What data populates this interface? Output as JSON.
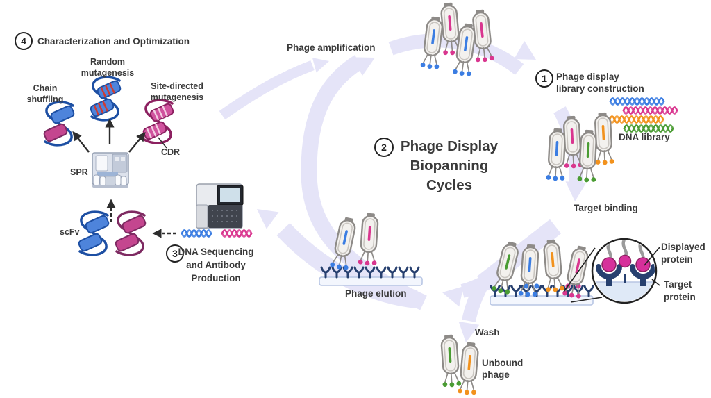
{
  "figure": {
    "center": {
      "number": "2",
      "title": "Phage Display\nBiopanning\nCycles"
    },
    "steps": {
      "step1": {
        "number": "1",
        "label": "Phage display\nlibrary construction"
      },
      "step3": {
        "number": "3",
        "label": "DNA Sequencing\nand Antibody\nProduction"
      },
      "step4": {
        "number": "4",
        "label": "Characterization and Optimization"
      }
    },
    "labels": {
      "phage_amplification": "Phage amplification",
      "target_binding": "Target binding",
      "wash": "Wash",
      "unbound_phage": "Unbound\nphage",
      "phage_elution": "Phage elution",
      "dna_library": "DNA library",
      "displayed_protein": "Displayed\nprotein",
      "target_protein": "Target\nprotein",
      "chain_shuffling": "Chain\nshuffling",
      "random_mutagenesis": "Random\nmutagenesis",
      "site_directed_mutagenesis": "Site-directed\nmutagenesis",
      "spr": "SPR",
      "cdr": "CDR",
      "scfv": "scFv"
    },
    "colors": {
      "arrow": "#e5e4f8",
      "text": "#3a3a3a",
      "blue": "#3b7de2",
      "pink": "#d9368f",
      "green": "#4a9c33",
      "orange": "#f2921d",
      "navy": "#27406f"
    },
    "phage_groups": {
      "amplified": [
        "blue",
        "pink",
        "blue",
        "pink"
      ],
      "library": [
        "blue",
        "pink",
        "green",
        "orange"
      ],
      "bound": [
        "green",
        "blue",
        "orange",
        "pink"
      ],
      "eluted": [
        "blue",
        "pink"
      ],
      "unbound": [
        "green",
        "orange"
      ]
    },
    "dna_strands": {
      "library": [
        "blue",
        "pink",
        "orange",
        "green"
      ],
      "sequencing": [
        "blue",
        "pink"
      ]
    }
  }
}
